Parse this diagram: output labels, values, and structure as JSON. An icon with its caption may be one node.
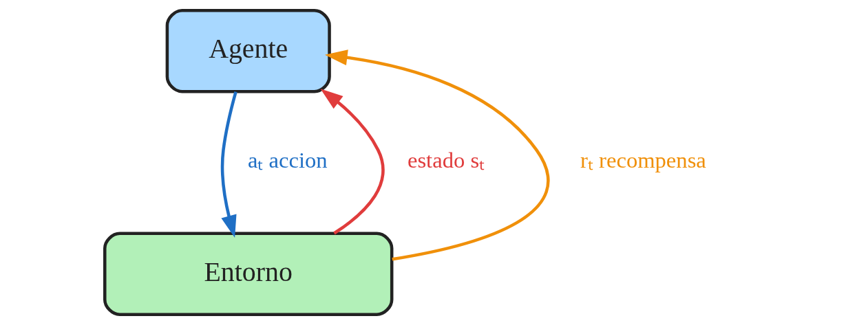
{
  "diagram": {
    "nodes": [
      {
        "text": [
          "Agente"
        ]
      },
      {
        "text": [
          "Entorno"
        ]
      }
    ],
    "edges": [
      {
        "from": 1,
        "to": 0,
        "arrow": "to",
        "label": "estado sₜ",
        "color": "#e03c3c"
      },
      {
        "from": 1,
        "to": 0,
        "arrow": "to",
        "label": "rₜ recompensa",
        "color": "#f0900a"
      },
      {
        "from": 0,
        "to": 1,
        "arrow": "to",
        "label": "aₜ accion",
        "color": "#1f6fc5"
      }
    ]
  }
}
